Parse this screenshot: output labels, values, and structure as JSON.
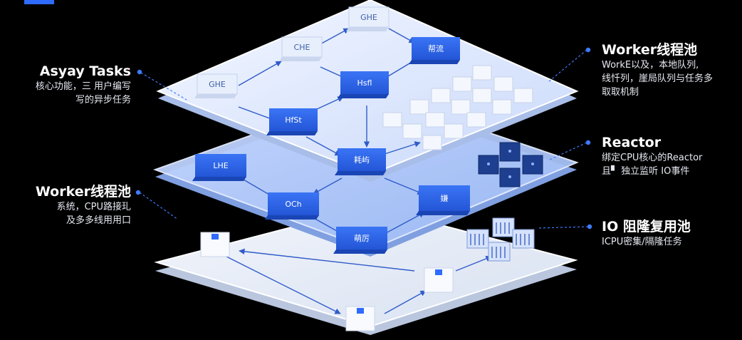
{
  "colors": {
    "background": "#000000",
    "accent": "#2f6bff",
    "node_blue": "#2d63ea",
    "node_light": "#e7eefb",
    "node_dark": "#1b3a86",
    "connector": "#3a6bd8",
    "label_text": "#ffffff"
  },
  "labels": {
    "async_tasks": {
      "title": "Asyay Tasks",
      "desc": [
        "核心功能，三 用户编写",
        "写的异步任务"
      ]
    },
    "worker_pool_right": {
      "title": "Worker线程池",
      "desc": [
        "WorkE以及，本地队列,",
        "线忏列，崖局队列与任务多",
        "取取机制"
      ]
    },
    "reactor": {
      "title": "Reactor",
      "desc": [
        "绑定CPU核心的Reactor",
        "且▘ 独立监听 IO事件"
      ]
    },
    "worker_pool_left": {
      "title": "Worker线程池",
      "desc": [
        "系统，CPU路接玌",
        "及多多线用用口"
      ]
    },
    "io_pool": {
      "title": "IO 阻隆复用池",
      "desc": [
        "ICPU密集/隔隆任务"
      ]
    }
  },
  "nodes": {
    "top_light_1": "GHE",
    "top_light_2": "CHE",
    "top_light_3": "GHE",
    "top_blue_1": "Hsfl",
    "top_blue_2": "HfSt",
    "top_blue_3": "帮流",
    "top_blue_4": "耗屿",
    "mid_blue_1": "LHE",
    "mid_blue_2": "OCh",
    "mid_blue_3": "萌厉",
    "mid_blue_4": "嫌"
  }
}
